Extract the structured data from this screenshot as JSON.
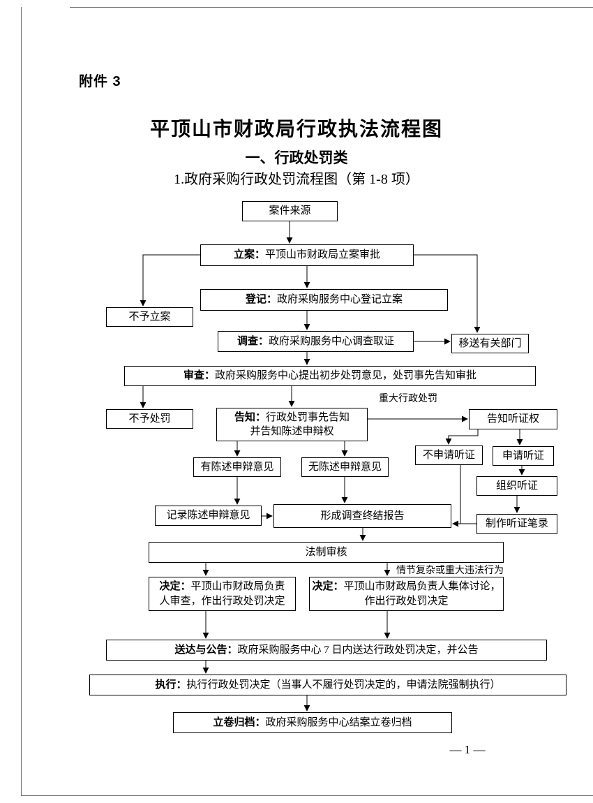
{
  "document": {
    "attachment_label": "附件 3",
    "title": "平顶山市财政局行政执法流程图",
    "section": "一、行政处罚类",
    "subsection": "1.政府采购行政处罚流程图（第 1-8 项）",
    "page_number": "— 1 —"
  },
  "flowchart": {
    "nodes": {
      "case_source": {
        "text": "案件来源"
      },
      "filing": {
        "label": "立案：",
        "text": "平顶山市财政局立案审批"
      },
      "registration": {
        "label": "登记：",
        "text": "政府采购服务中心登记立案"
      },
      "no_filing": {
        "text": "不予立案"
      },
      "investigation": {
        "label": "调查：",
        "text": "政府采购服务中心调查取证"
      },
      "transfer": {
        "text": "移送有关部门"
      },
      "review": {
        "label": "审查：",
        "text": "政府采购服务中心提出初步处罚意见，处罚事先告知审批"
      },
      "no_penalty": {
        "text": "不予处罚"
      },
      "notice": {
        "label": "告知：",
        "text": "行政处罚事先告知",
        "text2": "并告知陈述申辩权"
      },
      "hearing_right": {
        "text": "告知听证权"
      },
      "no_hearing_request": {
        "text": "不申请听证"
      },
      "hearing_request": {
        "text": "申请听证"
      },
      "has_statement": {
        "text": "有陈述申辩意见"
      },
      "no_statement": {
        "text": "无陈述申辩意见"
      },
      "organize_hearing": {
        "text": "组织听证"
      },
      "record_statement": {
        "text": "记录陈述申辩意见"
      },
      "final_report": {
        "text": "形成调查终结报告"
      },
      "hearing_record": {
        "text": "制作听证笔录"
      },
      "legal_review": {
        "text": "法制审核"
      },
      "decision_left": {
        "label": "决定：",
        "text": "平顶山市财政局负责",
        "text2": "人审查，作出行政处罚决定"
      },
      "decision_right": {
        "label": "决定：",
        "text": "平顶山市财政局负责人集体讨论，",
        "text2": "作出行政处罚决定"
      },
      "delivery": {
        "label": "送达与公告：",
        "text": "政府采购服务中心 7 日内送达行政处罚决定，并公告"
      },
      "execution": {
        "label": "执行：",
        "text": "执行行政处罚决定（当事人不履行处罚决定的，申请法院强制执行）"
      },
      "archive": {
        "label": "立卷归档：",
        "text": "政府采购服务中心结案立卷归档"
      }
    },
    "labels": {
      "major_penalty": "重大行政处罚",
      "complex_case": "情节复杂或重大违法行为"
    }
  }
}
